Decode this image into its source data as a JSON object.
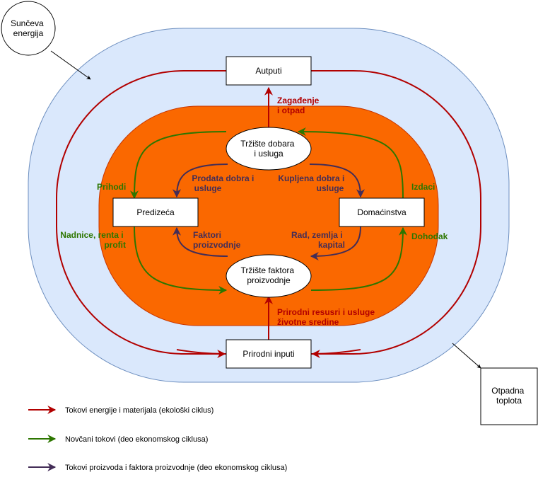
{
  "nodes": {
    "suns_energy": "Sunčeva energija",
    "waste_heat": "Otpadna toplota",
    "outputs": "Autputi",
    "natural_inputs": "Prirodni inputi",
    "goods_market": "Tržište dobara i usluga",
    "factor_market": "Tržište faktora proizvodnje",
    "firms": "Predizeća",
    "households": "Domaćinstva"
  },
  "labels": {
    "pollution": "Zagađenje i otpad",
    "natural_resources": "Prirodni resusri i usluge životne sredine",
    "revenues": "Prihodi",
    "expenditures": "Izdaci",
    "wages": "Nadnice, renta i profit",
    "income": "Dohodak",
    "goods_sold": "Prodata dobra i usluge",
    "goods_bought": "Kupljena dobra i usluge",
    "factors": "Faktori proizvodnje",
    "labor": "Rad, zemlja i kapital"
  },
  "legend": [
    {
      "text": "Tokovi energije i materijala (ekološki ciklus)",
      "color": "#b20000"
    },
    {
      "text": "Novčani tokovi (deo ekonomskog ciklusa)",
      "color": "#2d7600"
    },
    {
      "text": "Tokovi proizvoda i faktora proizvodnje (deo ekonomskog ciklusa)",
      "color": "#432d57"
    }
  ],
  "colors": {
    "outer_fill": "#dae8fc",
    "inner_fill": "#fa6800",
    "red": "#b20000",
    "green": "#2d7600",
    "purple": "#432d57"
  }
}
